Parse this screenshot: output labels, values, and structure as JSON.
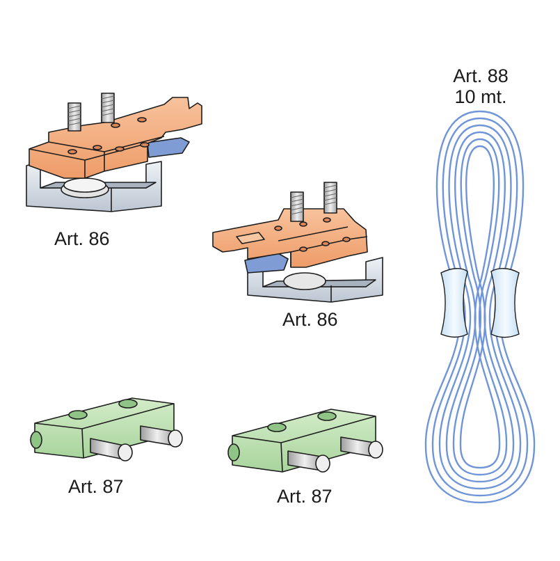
{
  "labels": {
    "art86_top": "Art. 86",
    "art86_mid": "Art. 86",
    "art87_left": "Art. 87",
    "art87_right": "Art. 87",
    "art88_line1": "Art. 88",
    "art88_line2": "10 mt."
  },
  "colors": {
    "bracket_orange": "#f3a97a",
    "bracket_orange_dark": "#d9875a",
    "channel_grey": "#d6dde6",
    "channel_grey_dark": "#a9b3c0",
    "slider_blue": "#7f9cd4",
    "block_green": "#b8dfb0",
    "block_green_dark": "#8fc486",
    "screw_grey": "#c9c9c9",
    "cable_blue": "#6f95d8",
    "clip_light": "#dfeef9",
    "outline": "#1c1c1c"
  }
}
